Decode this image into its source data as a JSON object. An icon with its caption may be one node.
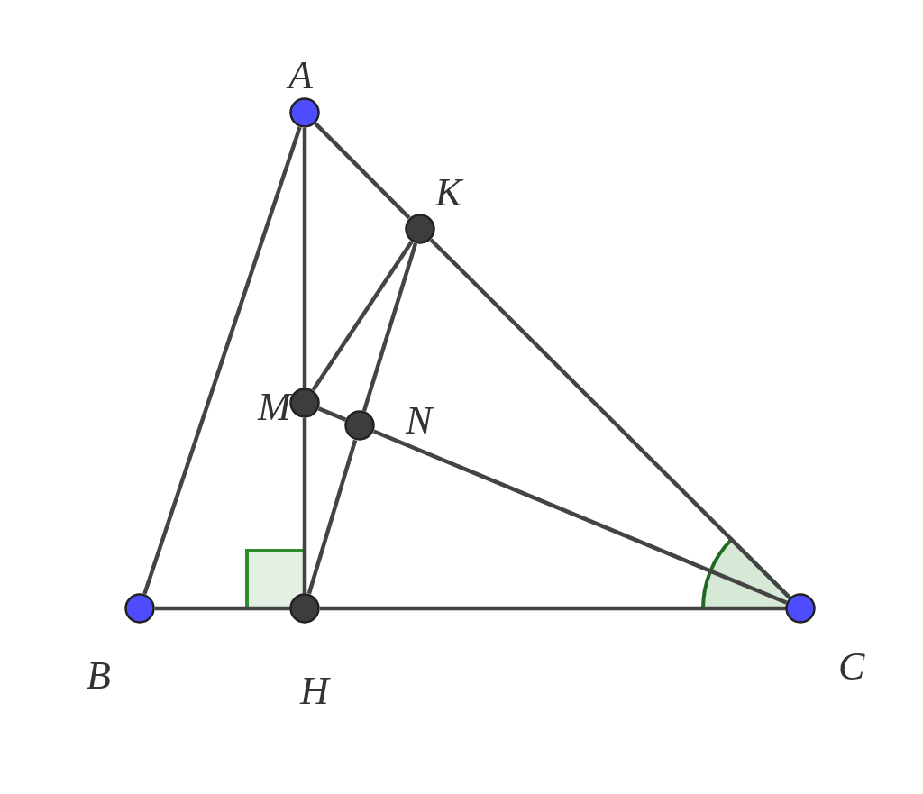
{
  "diagram": {
    "nodes": [
      {
        "text": [
          "A"
        ]
      },
      {
        "text": [
          "K"
        ]
      },
      {
        "text": [
          "M"
        ]
      },
      {
        "text": [
          "N"
        ]
      },
      {
        "text": [
          "B"
        ]
      },
      {
        "text": [
          "H"
        ]
      },
      {
        "text": [
          "C"
        ]
      }
    ],
    "edges": [
      {
        "from": 0,
        "to": 4,
        "arrow": "none"
      },
      {
        "from": 0,
        "to": 2,
        "arrow": "none"
      },
      {
        "from": 2,
        "to": 5,
        "arrow": "none"
      },
      {
        "from": 0,
        "to": 1,
        "arrow": "none"
      },
      {
        "from": 1,
        "to": 6,
        "arrow": "none"
      },
      {
        "from": 1,
        "to": 2,
        "arrow": "none"
      },
      {
        "from": 1,
        "to": 3,
        "arrow": "none"
      },
      {
        "from": 3,
        "to": 5,
        "arrow": "none"
      },
      {
        "from": 2,
        "to": 3,
        "arrow": "none"
      },
      {
        "from": 3,
        "to": 6,
        "arrow": "none"
      },
      {
        "from": 4,
        "to": 5,
        "arrow": "none"
      },
      {
        "from": 5,
        "to": 6,
        "arrow": "none"
      }
    ]
  }
}
